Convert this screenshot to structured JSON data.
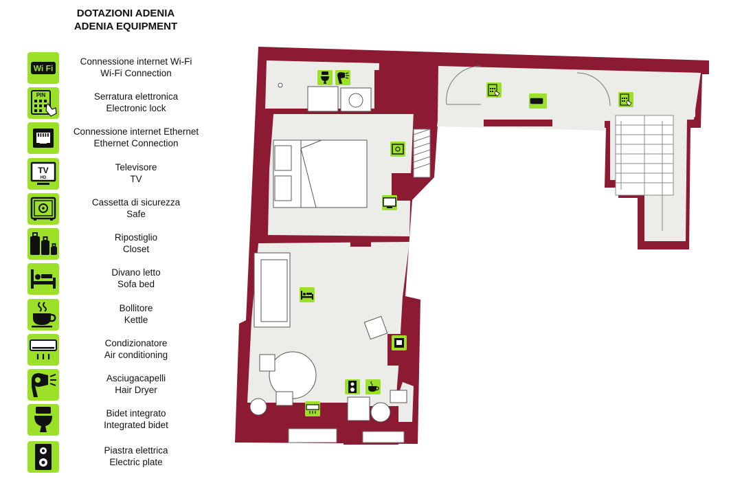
{
  "header": {
    "title_it": "DOTAZIONI ADENIA",
    "title_en": "ADENIA EQUIPMENT"
  },
  "colors": {
    "wall": "#8b1a32",
    "floor": "#ecece8",
    "icon_bg": "#9de02a",
    "icon_fg": "#111111"
  },
  "legend": [
    {
      "icon": "wifi-icon",
      "it": "Connessione internet Wi-Fi",
      "en": "Wi-Fi Connection"
    },
    {
      "icon": "electronic-lock-icon",
      "it": "Serratura elettronica",
      "en": "Electronic lock"
    },
    {
      "icon": "ethernet-icon",
      "it": "Connessione internet Ethernet",
      "en": "Ethernet Connection"
    },
    {
      "icon": "tv-icon",
      "it": "Televisore",
      "en": "TV"
    },
    {
      "icon": "safe-icon",
      "it": "Cassetta di sicurezza",
      "en": "Safe"
    },
    {
      "icon": "luggage-icon",
      "it": "Ripostiglio",
      "en": "Closet"
    },
    {
      "icon": "sofa-bed-icon",
      "it": "Divano letto",
      "en": "Sofa bed"
    },
    {
      "icon": "kettle-icon",
      "it": "Bollitore",
      "en": "Kettle"
    },
    {
      "icon": "air-conditioner-icon",
      "it": "Condizionatore",
      "en": "Air conditioning"
    },
    {
      "icon": "hair-dryer-icon",
      "it": "Asciugacapelli",
      "en": "Hair Dryer"
    },
    {
      "icon": "bidet-icon",
      "it": "Bidet integrato",
      "en": "Integrated bidet"
    },
    {
      "icon": "electric-plate-icon",
      "it": "Piastra elettrica",
      "en": "Electric plate"
    }
  ],
  "icon_text": {
    "wifi": "Wi Fi",
    "lock_pin": "PIN",
    "tv": "TV",
    "tv_hd": "HD"
  }
}
